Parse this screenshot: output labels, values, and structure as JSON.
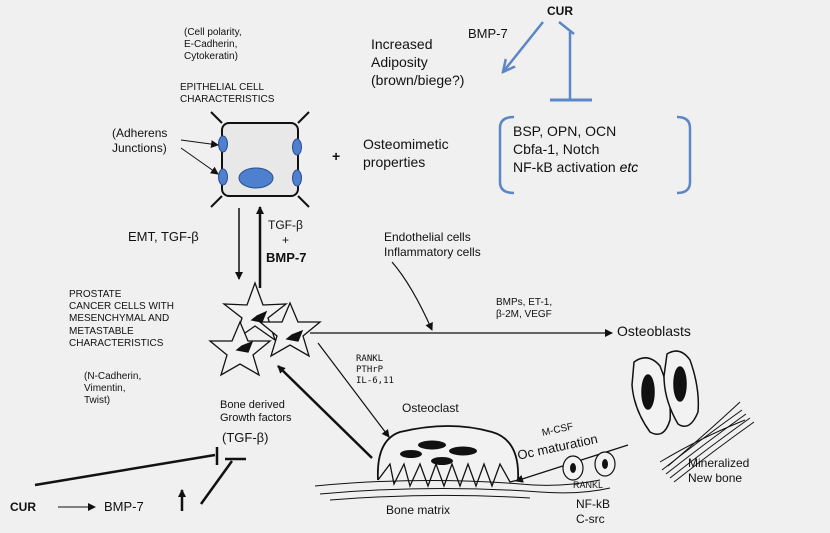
{
  "colors": {
    "background": "#f0f0f0",
    "cell_fill": "#4f7fcf",
    "arrow_blue": "#5d86c6",
    "bracket_blue": "#5d86c6",
    "line": "#111111"
  },
  "labels": {
    "cur_top": "CUR",
    "bmp7_top": "BMP-7",
    "increased_adiposity": "Increased\nAdiposity\n(brown/biege?)",
    "osteo_genes": "BSP, OPN, OCN\nCbfa-1, Notch\nNF-kB activation ",
    "osteo_genes_etc": "etc",
    "cell_polarity": "(Cell polarity,\nE-Cadherin,\nCytokeratin)",
    "epithelial": "EPITHELIAL CELL\nCHARACTERISTICS",
    "adherens": "(Adherens\nJunctions)",
    "plus1": "+",
    "osteomimetic": "Osteomimetic\nproperties",
    "emt": "EMT, TGF-β",
    "tgfb_plus": "TGF-β\n+",
    "bmp7_mid": "BMP-7",
    "endothelial": "Endothelial cells\nInflammatory cells",
    "prostate": "PROSTATE\nCANCER CELLS WITH\nMESENCHYMAL AND\nMETASTABLE\nCHARACTERISTICS",
    "ncadherin": "(N-Cadherin,\nVimentin,\nTwist)",
    "bmps": "BMPs, ET-1,\nβ-2M, VEGF",
    "osteoblasts": "Osteoblasts",
    "rankl_pthrp": "RANKL\nPTHrP\nIL-6,11",
    "bone_derived": "Bone derived\nGrowth factors",
    "tgfb_paren": "(TGF-β)",
    "osteoclast": "Osteoclast",
    "mcsf": "M-CSF",
    "oc_maturation": "Oc maturation",
    "mineralized": "Mineralized\nNew bone",
    "rankl_small": "RANKL",
    "nfkb_csrc": "NF-kB\nC-src",
    "bone_matrix": "Bone matrix",
    "cur_bottom": "CUR",
    "bmp7_bottom": "BMP-7"
  }
}
